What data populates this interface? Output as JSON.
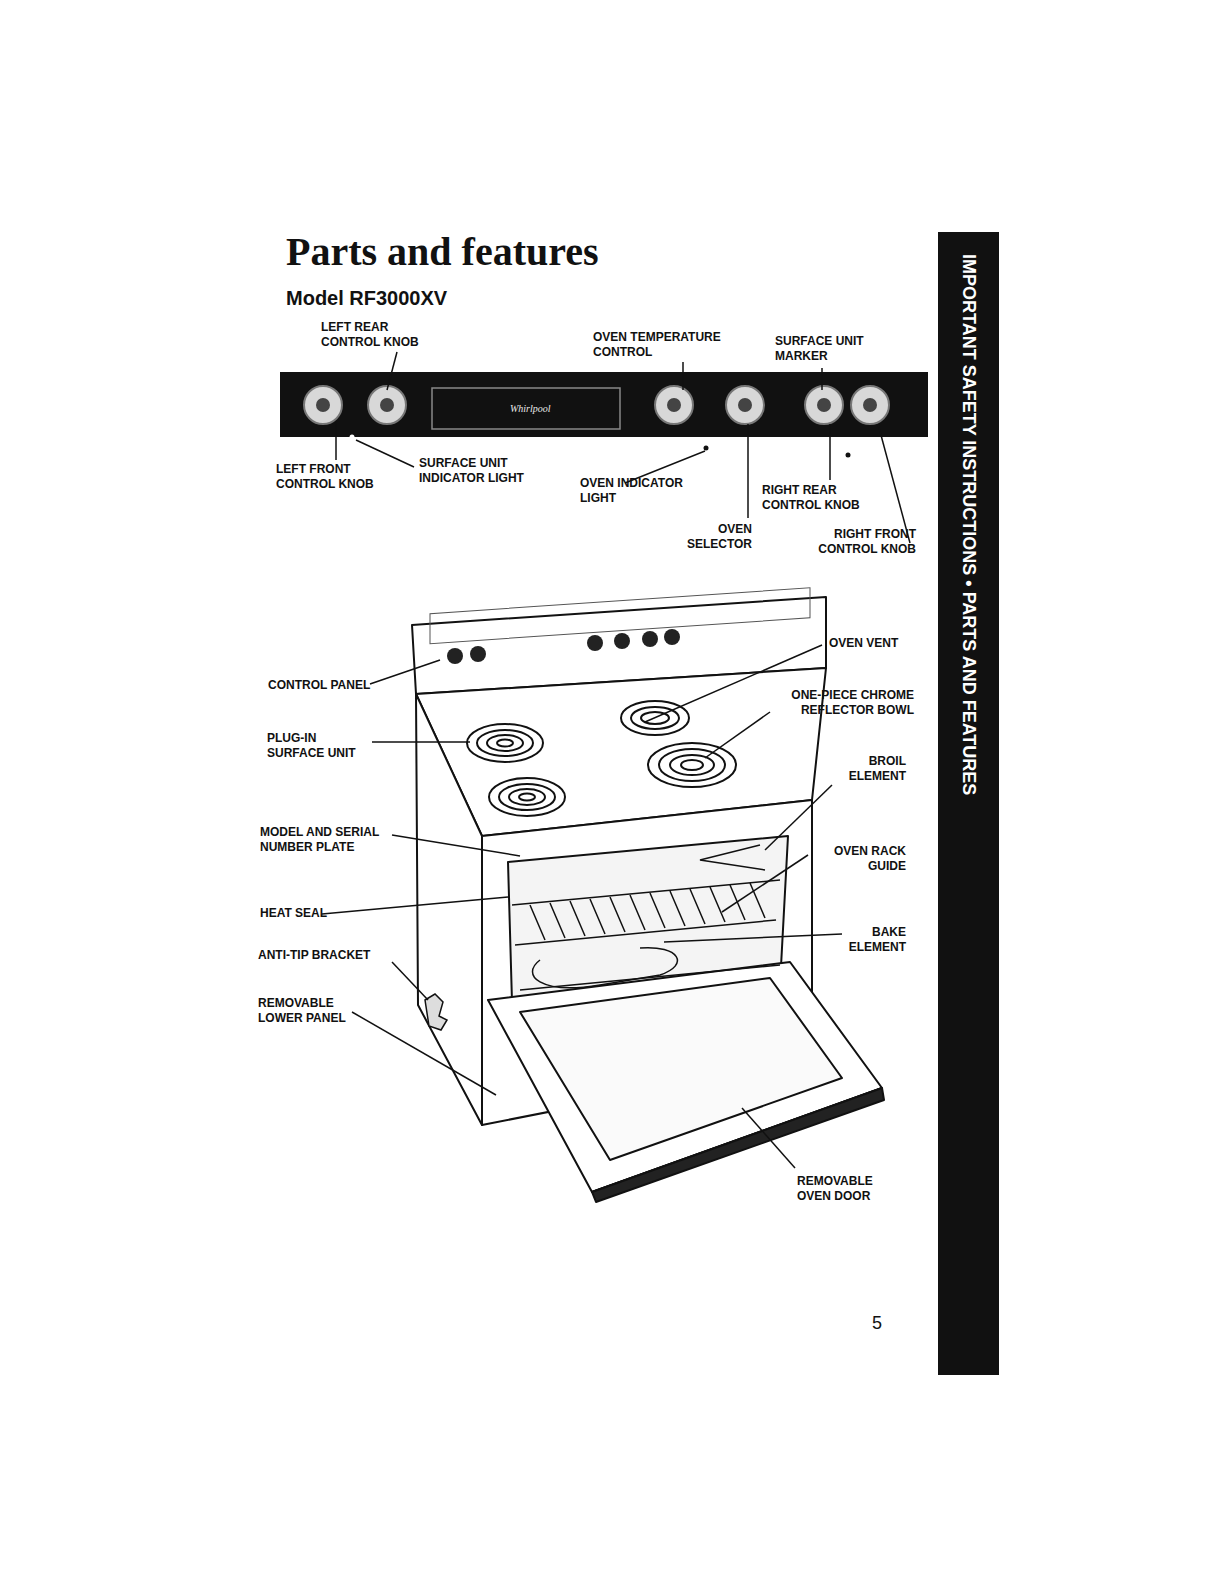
{
  "diagram": {
    "title": "Parts and features",
    "nodes": [
      {
        "text": [
          "IMPORTANT SAFETY INSTRUCTIONS • PARTS AND FEATURES"
        ]
      }
    ],
    "labels": [
      "Model RF3000XV",
      "LEFT REAR CONTROL KNOB",
      "OVEN TEMPERATURE CONTROL",
      "SURFACE UNIT MARKER",
      "LEFT FRONT CONTROL KNOB",
      "SURFACE UNIT INDICATOR LIGHT",
      "OVEN INDICATOR LIGHT",
      "OVEN SELECTOR",
      "RIGHT REAR CONTROL KNOB",
      "RIGHT FRONT CONTROL KNOB",
      "CONTROL PANEL",
      "PLUG-IN SURFACE UNIT",
      "MODEL AND SERIAL NUMBER PLATE",
      "HEAT SEAL",
      "ANTI-TIP BRACKET",
      "REMOVABLE LOWER PANEL",
      "OVEN VENT",
      "ONE-PIECE CHROME REFLECTOR BOWL",
      "BROIL ELEMENT",
      "OVEN RACK GUIDE",
      "BAKE ELEMENT",
      "REMOVABLE OVEN DOOR",
      "5",
      "Whirlpool"
    ]
  }
}
